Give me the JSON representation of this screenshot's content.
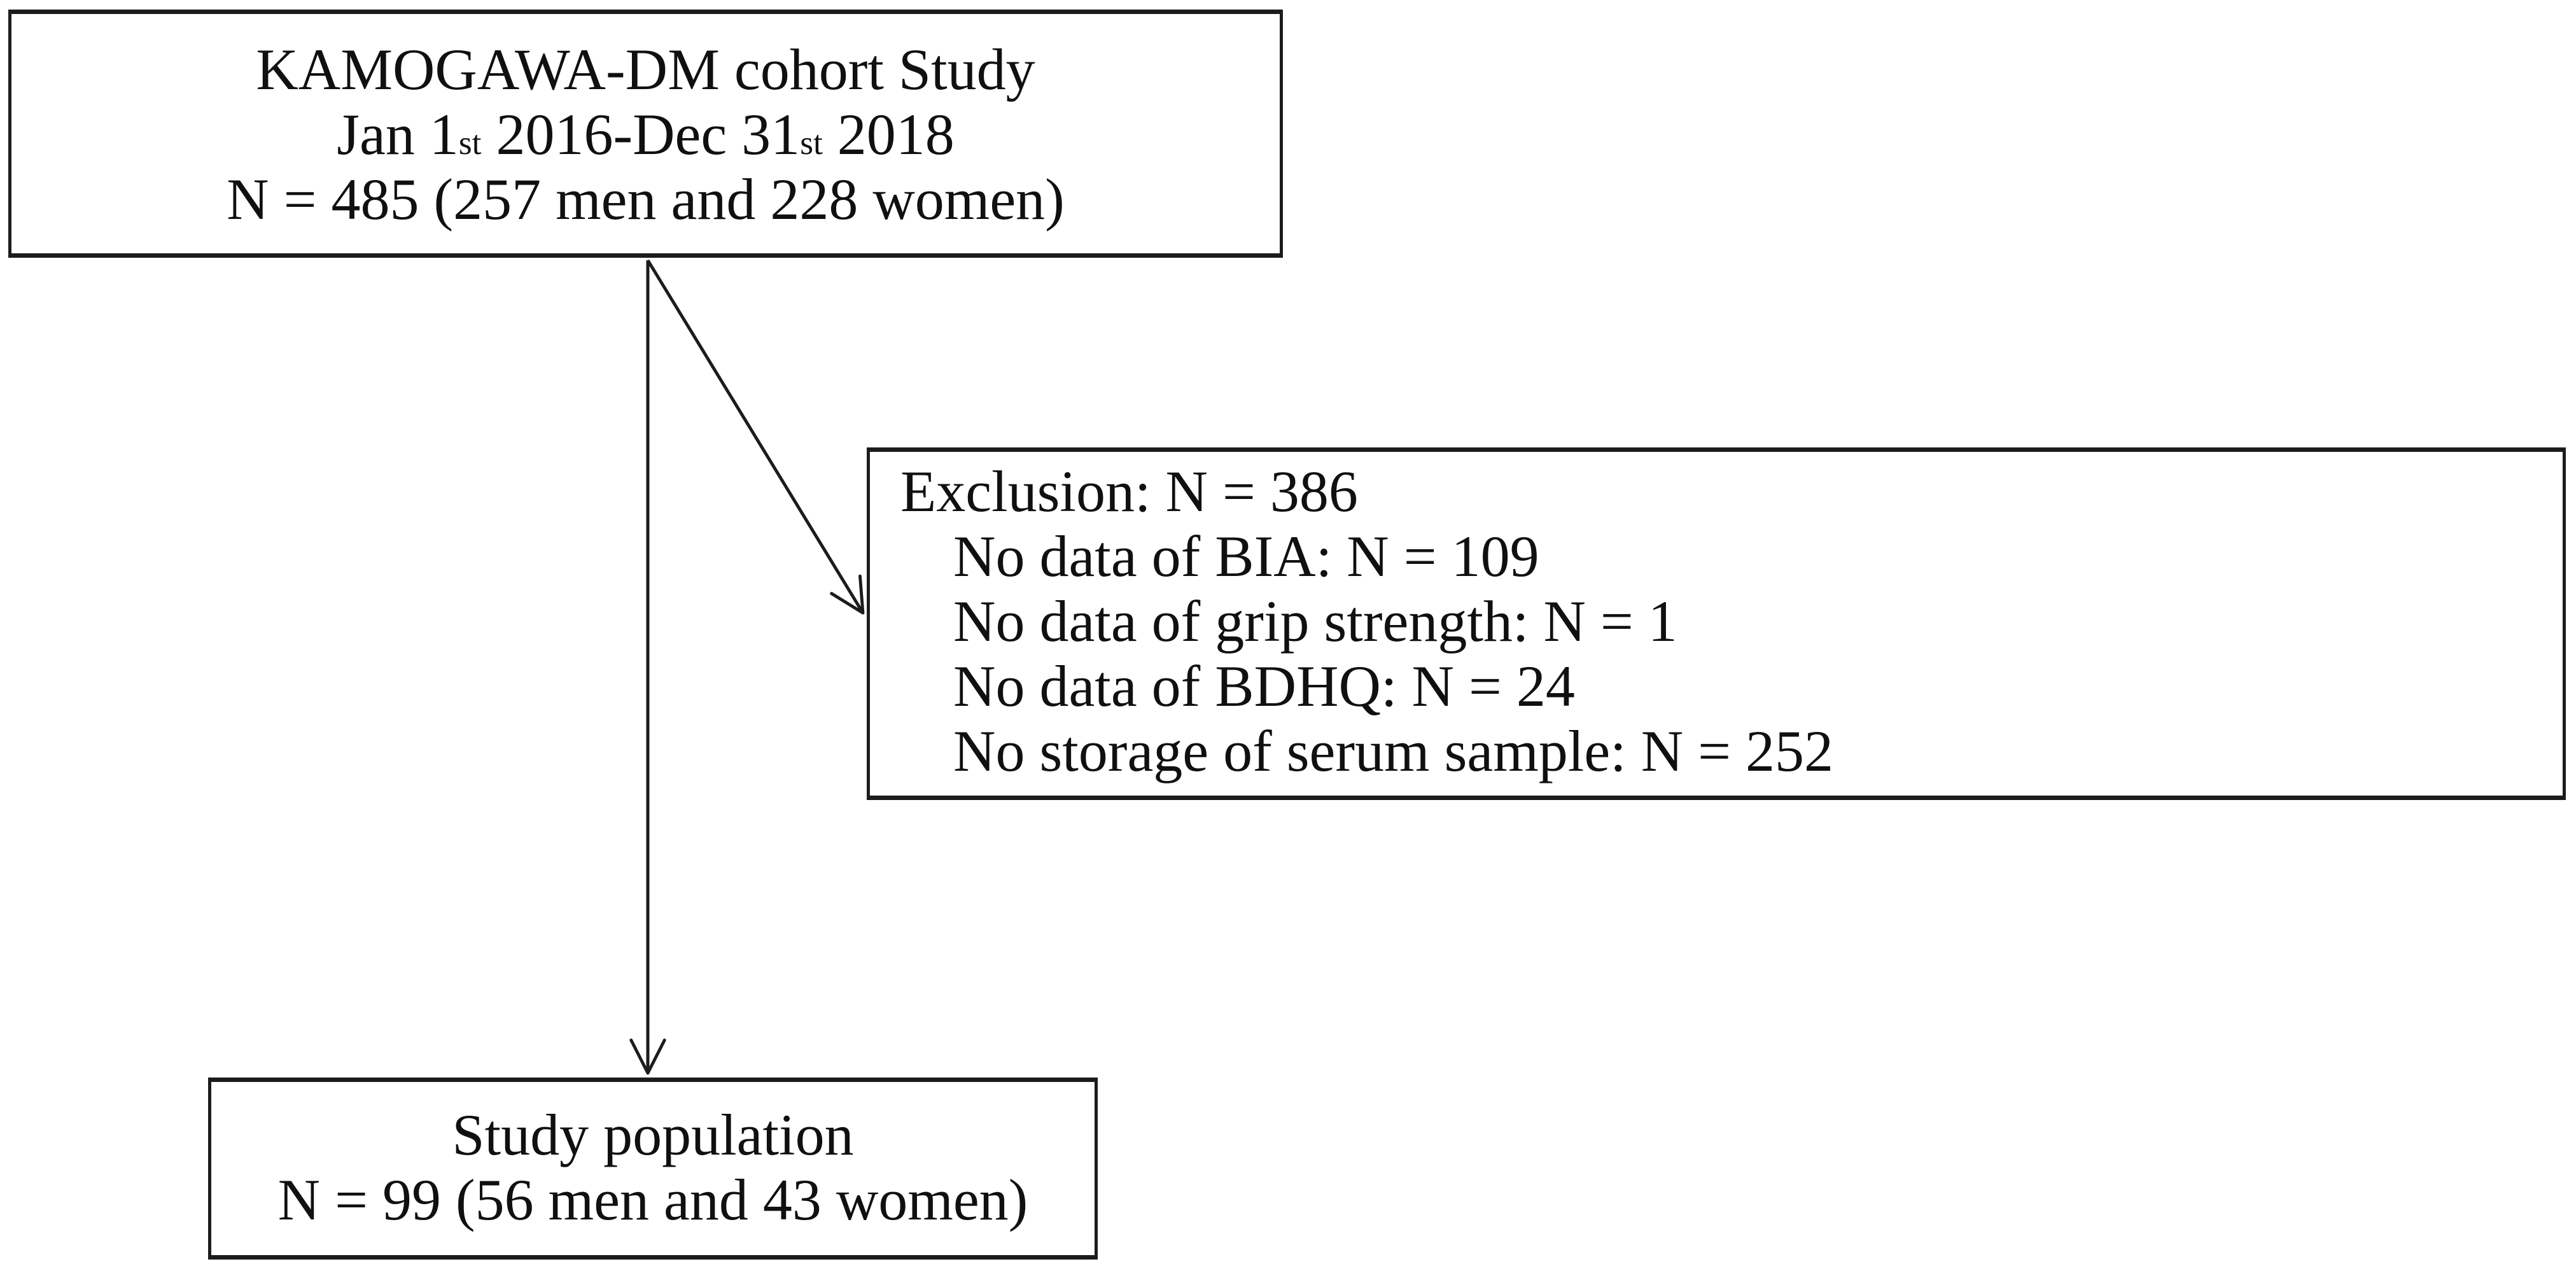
{
  "figure": {
    "background_color": "#ffffff",
    "line_color": "#1c1c1c",
    "text_color": "#101010"
  },
  "cohort_box": {
    "title": "KAMOGAWA-DM cohort Study",
    "period": {
      "p1": "Jan 1",
      "s1": "st",
      "p2": " 2016-Dec 31",
      "s2": "st",
      "p3": " 2018"
    },
    "count": "N = 485 (257 men and 228 women)"
  },
  "exclusion_box": {
    "title": "Exclusion: N = 386",
    "items": [
      "No data of BIA: N = 109",
      "No data of grip strength: N = 1",
      "No data of BDHQ: N = 24",
      "No storage of serum sample: N = 252"
    ]
  },
  "population_box": {
    "title": "Study population",
    "count": "N = 99 (56 men and 43 women)"
  }
}
